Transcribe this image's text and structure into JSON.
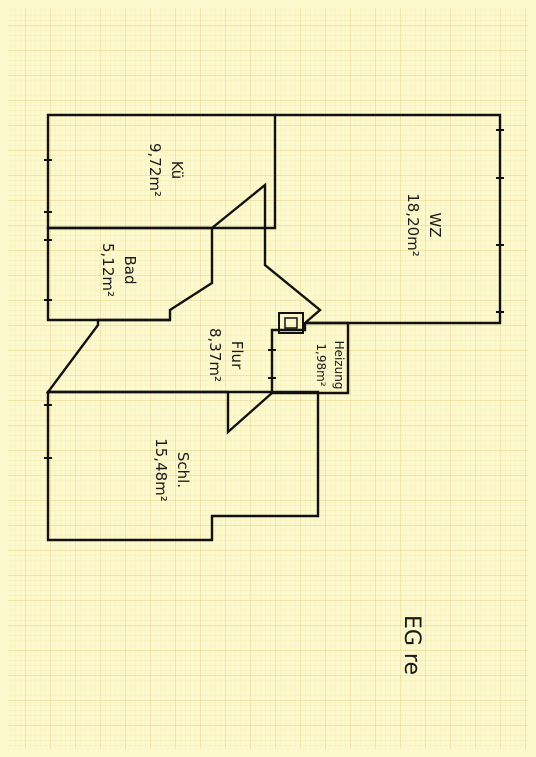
{
  "rooms": {
    "kueche": {
      "name": "Kü",
      "area": "9,72m²"
    },
    "wohnzimmer": {
      "name": "WZ",
      "area": "18,20m²"
    },
    "bad": {
      "name": "Bad",
      "area": "5,12m²"
    },
    "flur": {
      "name": "Flur",
      "area": "8,37m²"
    },
    "heizung": {
      "name": "Heizung",
      "area": "1,98m²"
    },
    "schlafzimmer": {
      "name": "Schl.",
      "area": "15,48m²"
    }
  },
  "sheet_label": "EG re",
  "colors": {
    "paper": "#fdf9cf",
    "grid_fine": "#f2e7a6",
    "grid_major": "#e6d486",
    "ink": "#111111"
  }
}
